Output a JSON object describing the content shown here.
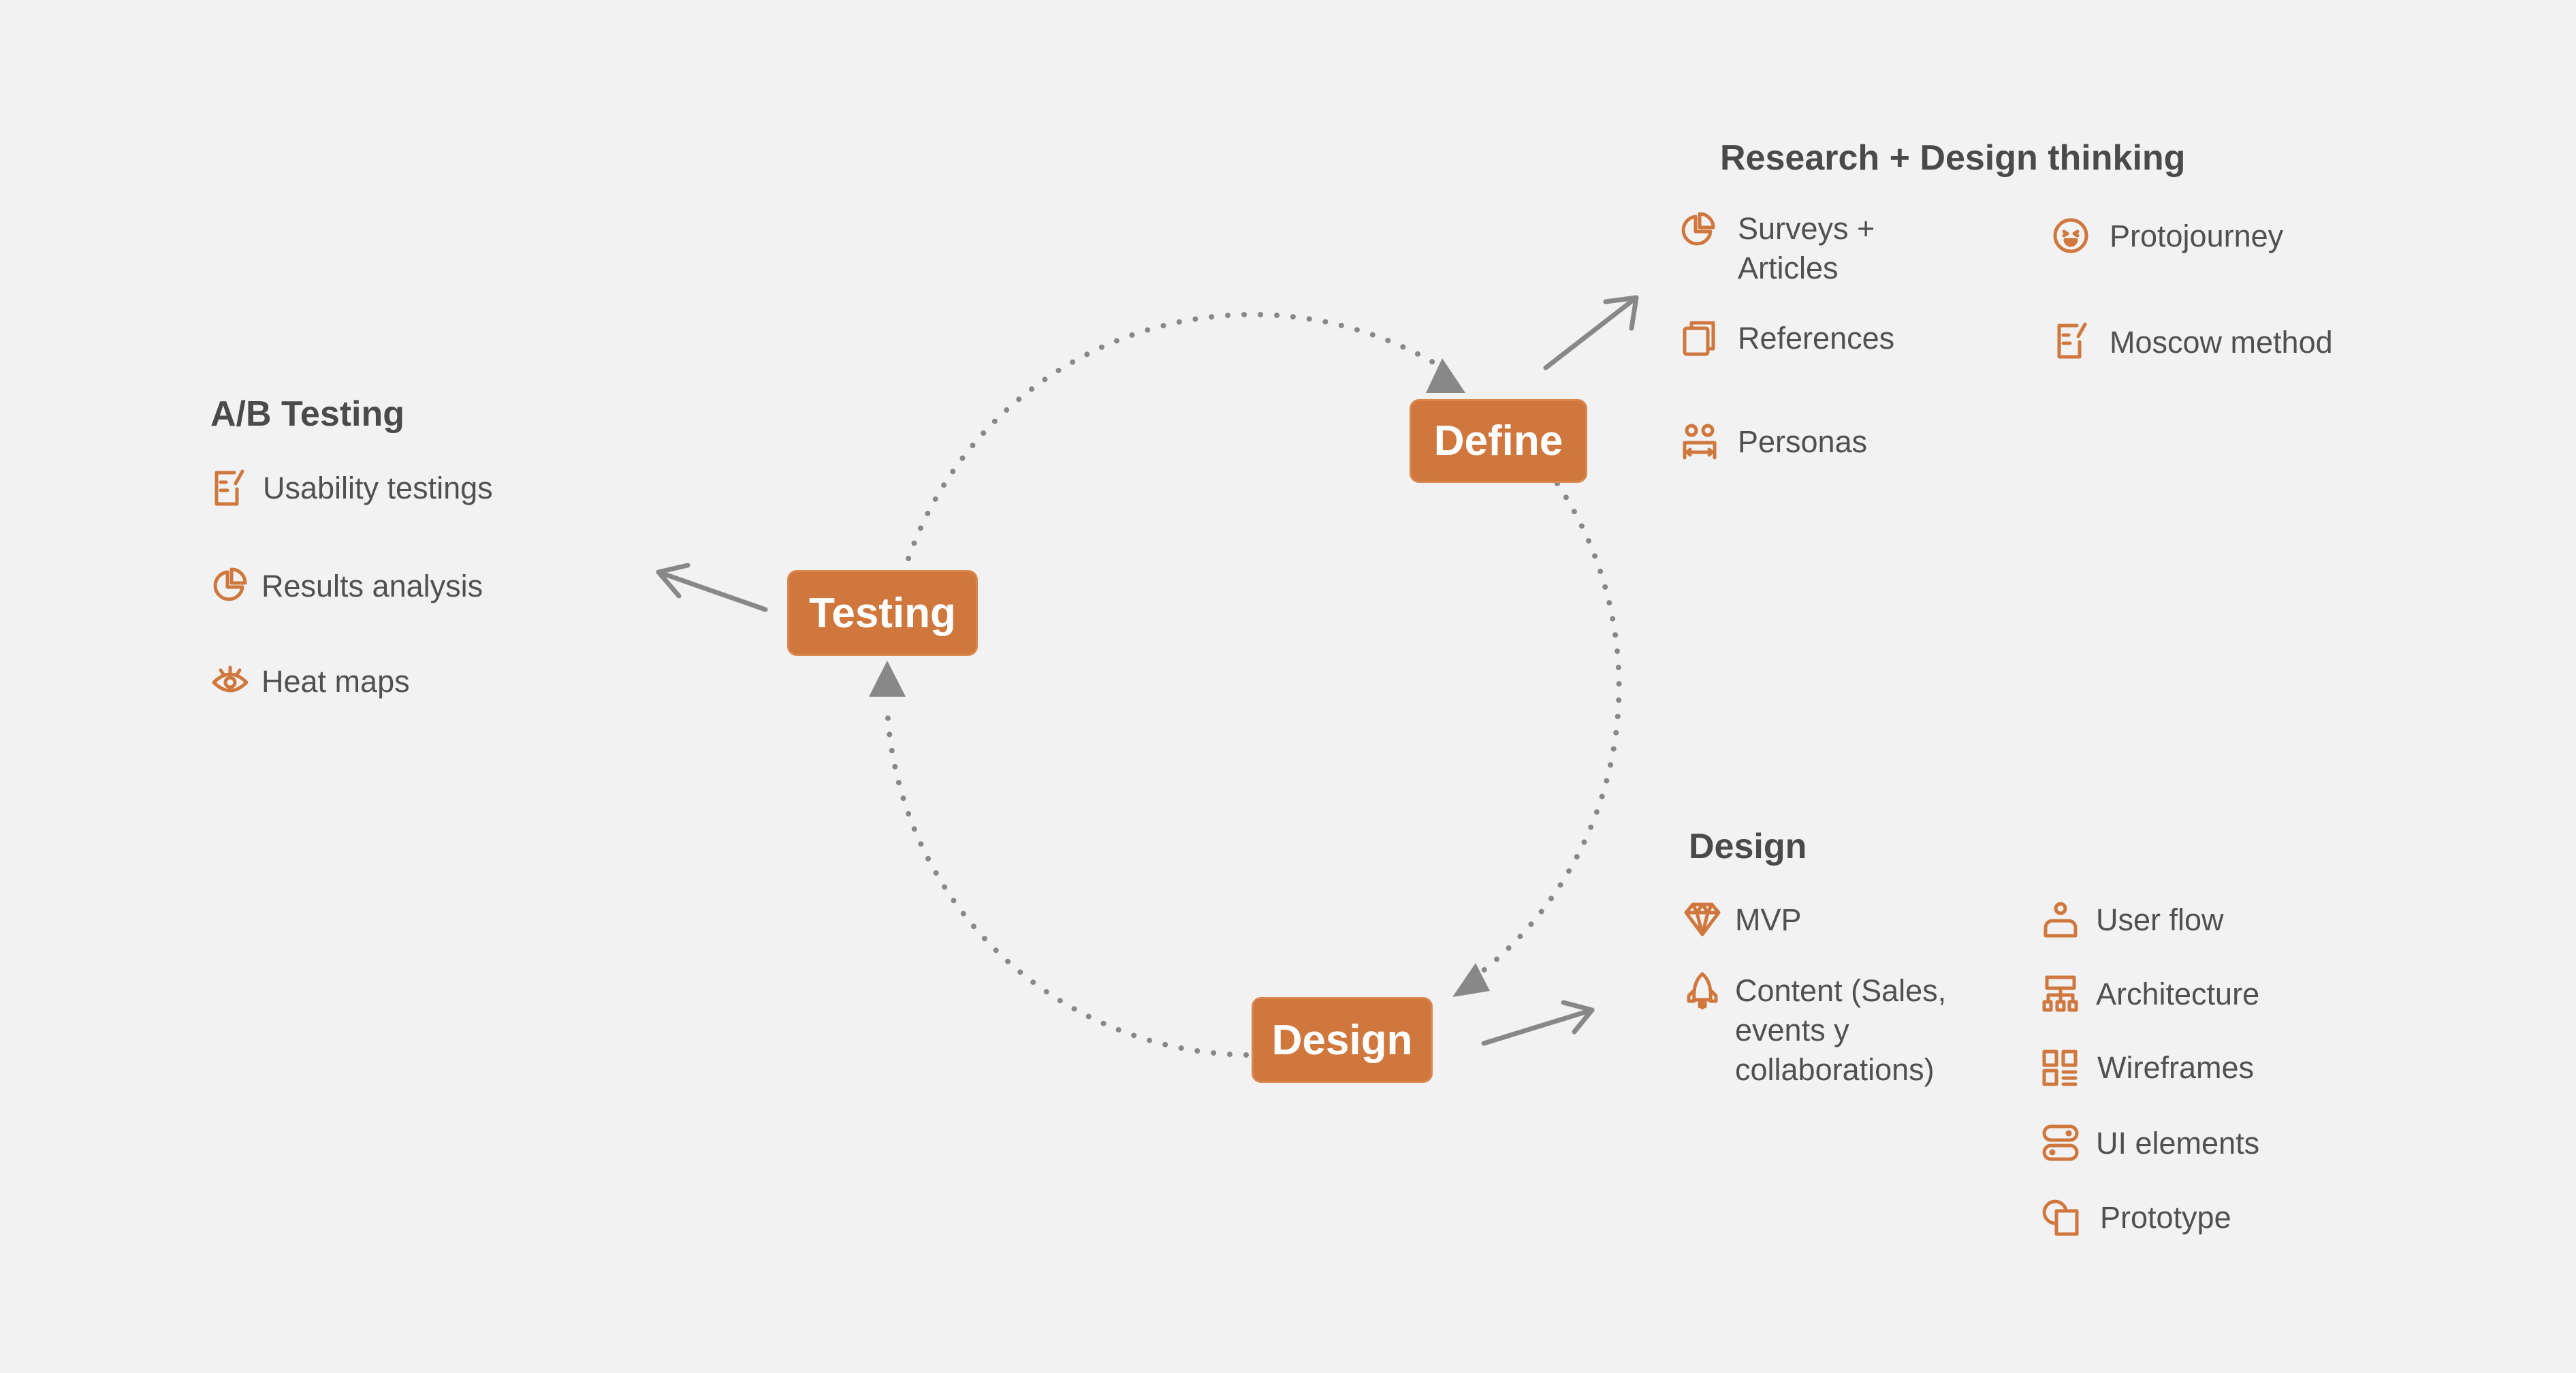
{
  "colors": {
    "accent": "#cf773d",
    "text": "#505050",
    "arrow": "#888888",
    "background": "#f2f2f2"
  },
  "stages": {
    "define": "Define",
    "testing": "Testing",
    "design": "Design"
  },
  "research": {
    "title": "Research + Design thinking",
    "items": [
      {
        "label_line1": "Surveys +",
        "label_line2": "Articles",
        "icon": "pie-chart-icon"
      },
      {
        "label": "Protojourney",
        "icon": "face-icon"
      },
      {
        "label": "References",
        "icon": "copy-icon"
      },
      {
        "label": "Moscow method",
        "icon": "edit-note-icon"
      },
      {
        "label": "Personas",
        "icon": "users-icon"
      }
    ]
  },
  "ab_testing": {
    "title": "A/B Testing",
    "items": [
      {
        "label": "Usability testings",
        "icon": "edit-note-icon"
      },
      {
        "label": "Results analysis",
        "icon": "pie-chart-icon"
      },
      {
        "label": "Heat maps",
        "icon": "eye-icon"
      }
    ]
  },
  "design": {
    "title": "Design",
    "items": [
      {
        "label": "MVP",
        "icon": "diamond-icon"
      },
      {
        "label_line1": "Content (Sales,",
        "label_line2": "events y",
        "label_line3": "collaborations)",
        "icon": "rocket-icon"
      },
      {
        "label": "User flow",
        "icon": "user-icon"
      },
      {
        "label": "Architecture",
        "icon": "sitemap-icon"
      },
      {
        "label": "Wireframes",
        "icon": "layout-icon"
      },
      {
        "label": "UI elements",
        "icon": "toggle-icon"
      },
      {
        "label": "Prototype",
        "icon": "shapes-icon"
      }
    ]
  }
}
